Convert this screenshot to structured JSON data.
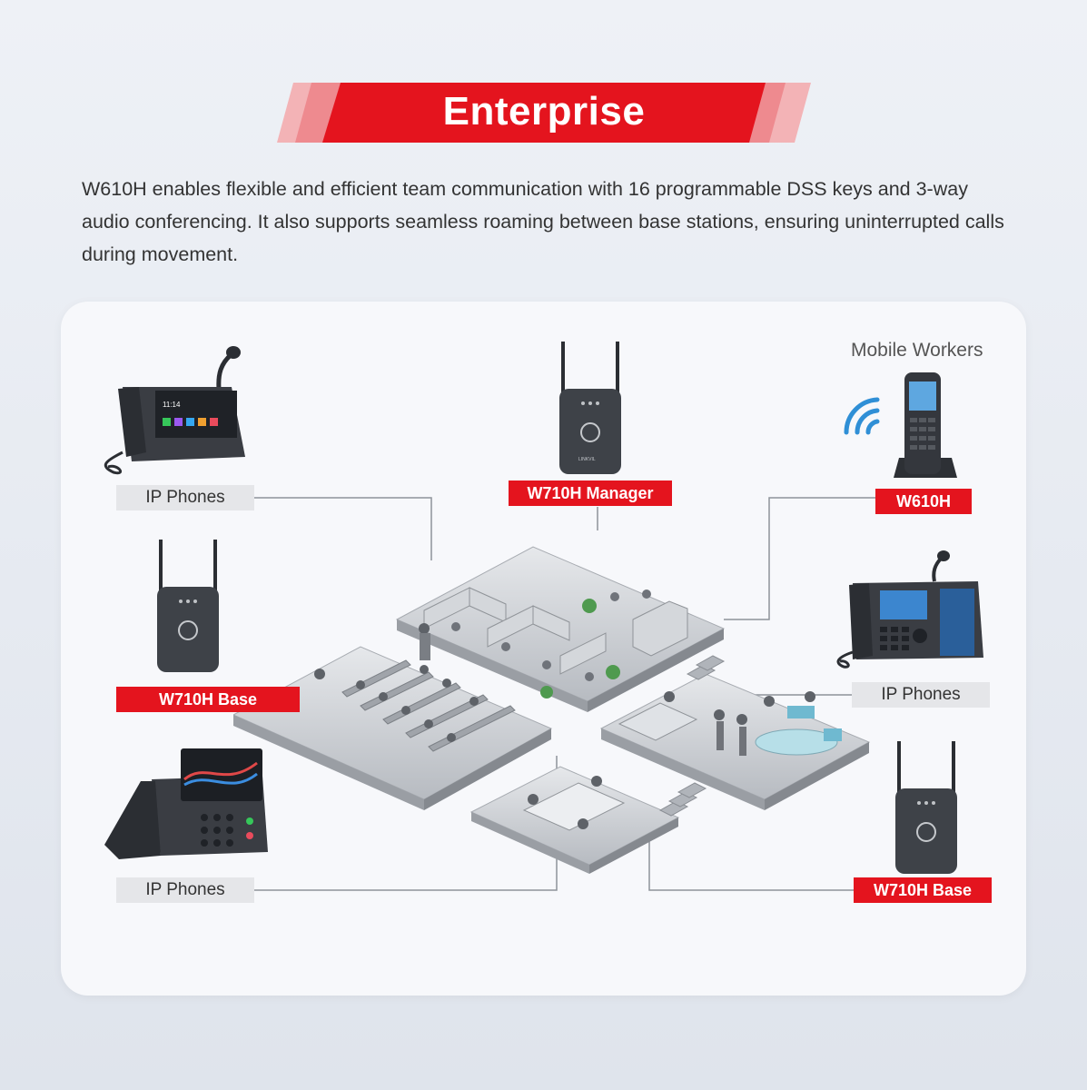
{
  "header": {
    "title": "Enterprise",
    "description": "W610H enables flexible and efficient team communication with 16 programmable DSS keys and 3-way audio conferencing. It also supports seamless roaming between base stations, ensuring uninterrupted calls during movement."
  },
  "diagram": {
    "mobile_workers_label": "Mobile Workers",
    "labels": {
      "ip_phones_top_left": "IP Phones",
      "w710h_manager": "W710H Manager",
      "w610h": "W610H",
      "w710h_base_left": "W710H Base",
      "ip_phones_right": "IP Phones",
      "ip_phones_bottom_left": "IP Phones",
      "w710h_base_right": "W710H Base"
    },
    "device_brand_text": "LINKVIL",
    "phone_screen_time": "11:14",
    "colors": {
      "brand_red": "#e4141e",
      "label_grey": "#e5e6e9",
      "device_dark": "#3e4248",
      "floor": "#c9ccd1",
      "wifi_blue": "#2f8fd6"
    }
  }
}
